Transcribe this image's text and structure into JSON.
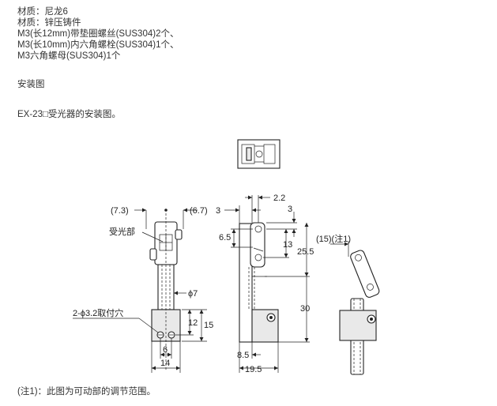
{
  "spec": {
    "material_1": "材质：尼龙6",
    "material_2": "材质：锌压铸件",
    "accessory_1": "M3(长12mm)带垫圈螺丝(SUS304)2个、",
    "accessory_2": "M3(长10mm)内六角螺栓(SUS304)1个、",
    "accessory_3": "M3六角螺母(SUS304)1个"
  },
  "section_title": "安装图",
  "subtitle": "EX-23□受光器的安装图。",
  "dims": {
    "d73": "(7.3)",
    "d67": "(6.7)",
    "receiver": "受光部",
    "phi7": "ϕ7",
    "hole": "2-ϕ3.2取付穴",
    "d12": "12",
    "d15": "15",
    "d6": "6",
    "d14": "14",
    "d22": "2.2",
    "d3a": "3",
    "d3b": "3",
    "d65": "6.5",
    "d13": "13",
    "d255": "25.5",
    "d30": "30",
    "d85": "8.5",
    "d195": "19.5",
    "d15n": "(15)(注1)"
  },
  "note": "(注1)：此图为可动部的调节范围。"
}
